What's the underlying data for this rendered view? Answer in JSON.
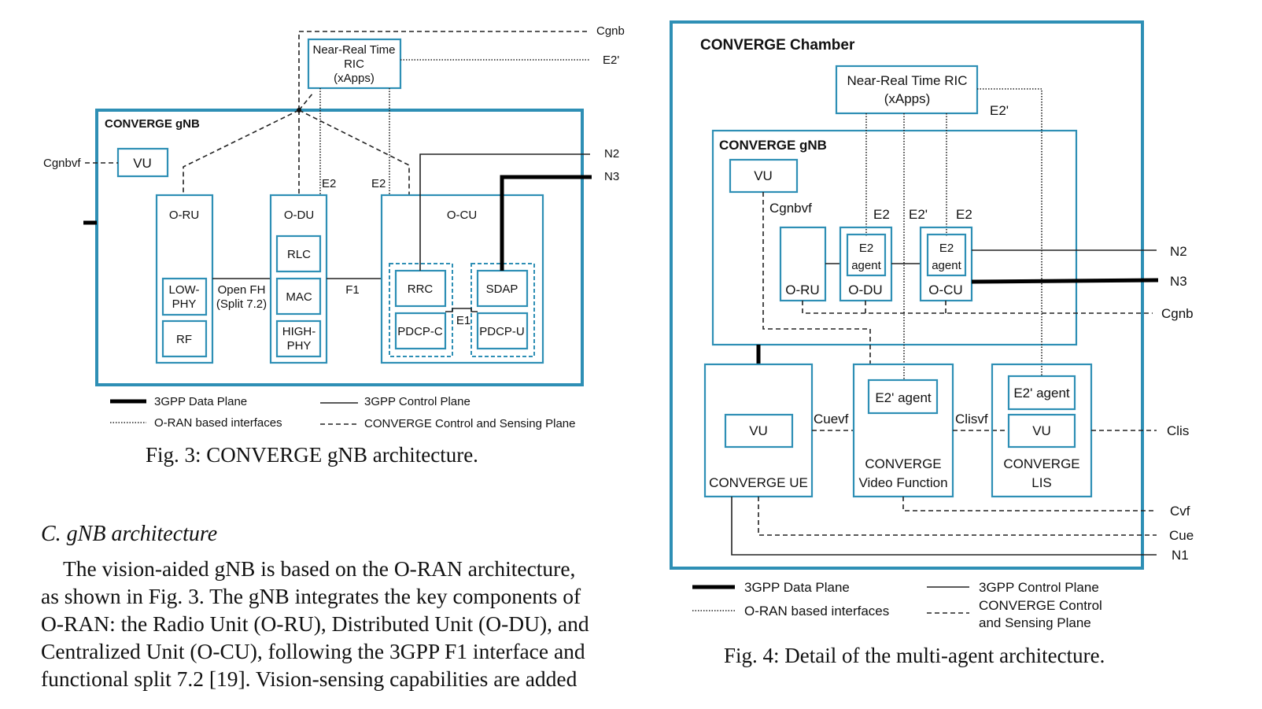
{
  "fig3": {
    "frame_label": "CONVERGE gNB",
    "ric": [
      "Near-Real Time",
      "RIC",
      "(xApps)"
    ],
    "vu": "VU",
    "cgnbvf": "Cgnbvf",
    "cgnb": "Cgnb",
    "e2p": "E2'",
    "n2": "N2",
    "n3": "N3",
    "e2a": "E2",
    "e2b": "E2",
    "oru": "O-RU",
    "odu": "O-DU",
    "ocu": "O-CU",
    "lowphy": [
      "LOW-",
      "PHY"
    ],
    "rf": "RF",
    "rlc": "RLC",
    "mac": "MAC",
    "highphy": [
      "HIGH-",
      "PHY"
    ],
    "rrc": "RRC",
    "pdcpc": "PDCP-C",
    "sdap": "SDAP",
    "pdcpu": "PDCP-U",
    "openfh": [
      "Open FH",
      "(Split 7.2)"
    ],
    "f1": "F1",
    "e1": "E1",
    "legend": {
      "data_plane": "3GPP Data Plane",
      "control_plane": "3GPP Control Plane",
      "oran": "O-RAN based interfaces",
      "converge": "CONVERGE Control and Sensing Plane"
    },
    "caption": "Fig. 3: CONVERGE gNB architecture."
  },
  "fig4": {
    "frame_label": "CONVERGE Chamber",
    "ric": [
      "Near-Real Time RIC",
      "(xApps)"
    ],
    "e2p_top": "E2'",
    "gnb_label": "CONVERGE gNB",
    "vu": "VU",
    "cgnbvf": "Cgnbvf",
    "e2_left": "E2",
    "e2p_mid": "E2'",
    "e2_right": "E2",
    "e2agent": [
      "E2",
      "agent"
    ],
    "oru": "O-RU",
    "odu": "O-DU",
    "ocu": "O-CU",
    "n2": "N2",
    "n3": "N3",
    "cgnb": "Cgnb",
    "ue_vu": "VU",
    "ue_label": "CONVERGE UE",
    "cuevf": "Cuevf",
    "vf_agent": "E2' agent",
    "vf_label": [
      "CONVERGE",
      "Video Function"
    ],
    "clisvf": "Clisvf",
    "lis_agent": "E2' agent",
    "lis_vu": "VU",
    "lis_label": [
      "CONVERGE",
      "LIS"
    ],
    "clis": "Clis",
    "cvf": "Cvf",
    "cue": "Cue",
    "n1": "N1",
    "legend": {
      "data_plane": "3GPP Data Plane",
      "control_plane": "3GPP Control Plane",
      "oran": "O-RAN based interfaces",
      "converge": [
        "CONVERGE Control",
        "and  Sensing Plane"
      ]
    },
    "caption": "Fig. 4: Detail of the multi-agent architecture."
  },
  "section_heading": "C.  gNB architecture",
  "paragraph_lines": [
    "The vision-aided gNB is based on the O-RAN architecture,",
    "as shown in Fig. 3. The gNB integrates the key components of",
    "O-RAN: the Radio Unit (O-RU), Distributed Unit (O-DU), and",
    "Centralized Unit (O-CU), following the 3GPP F1 interface and",
    "functional split 7.2 [19]. Vision-sensing capabilities are added"
  ]
}
